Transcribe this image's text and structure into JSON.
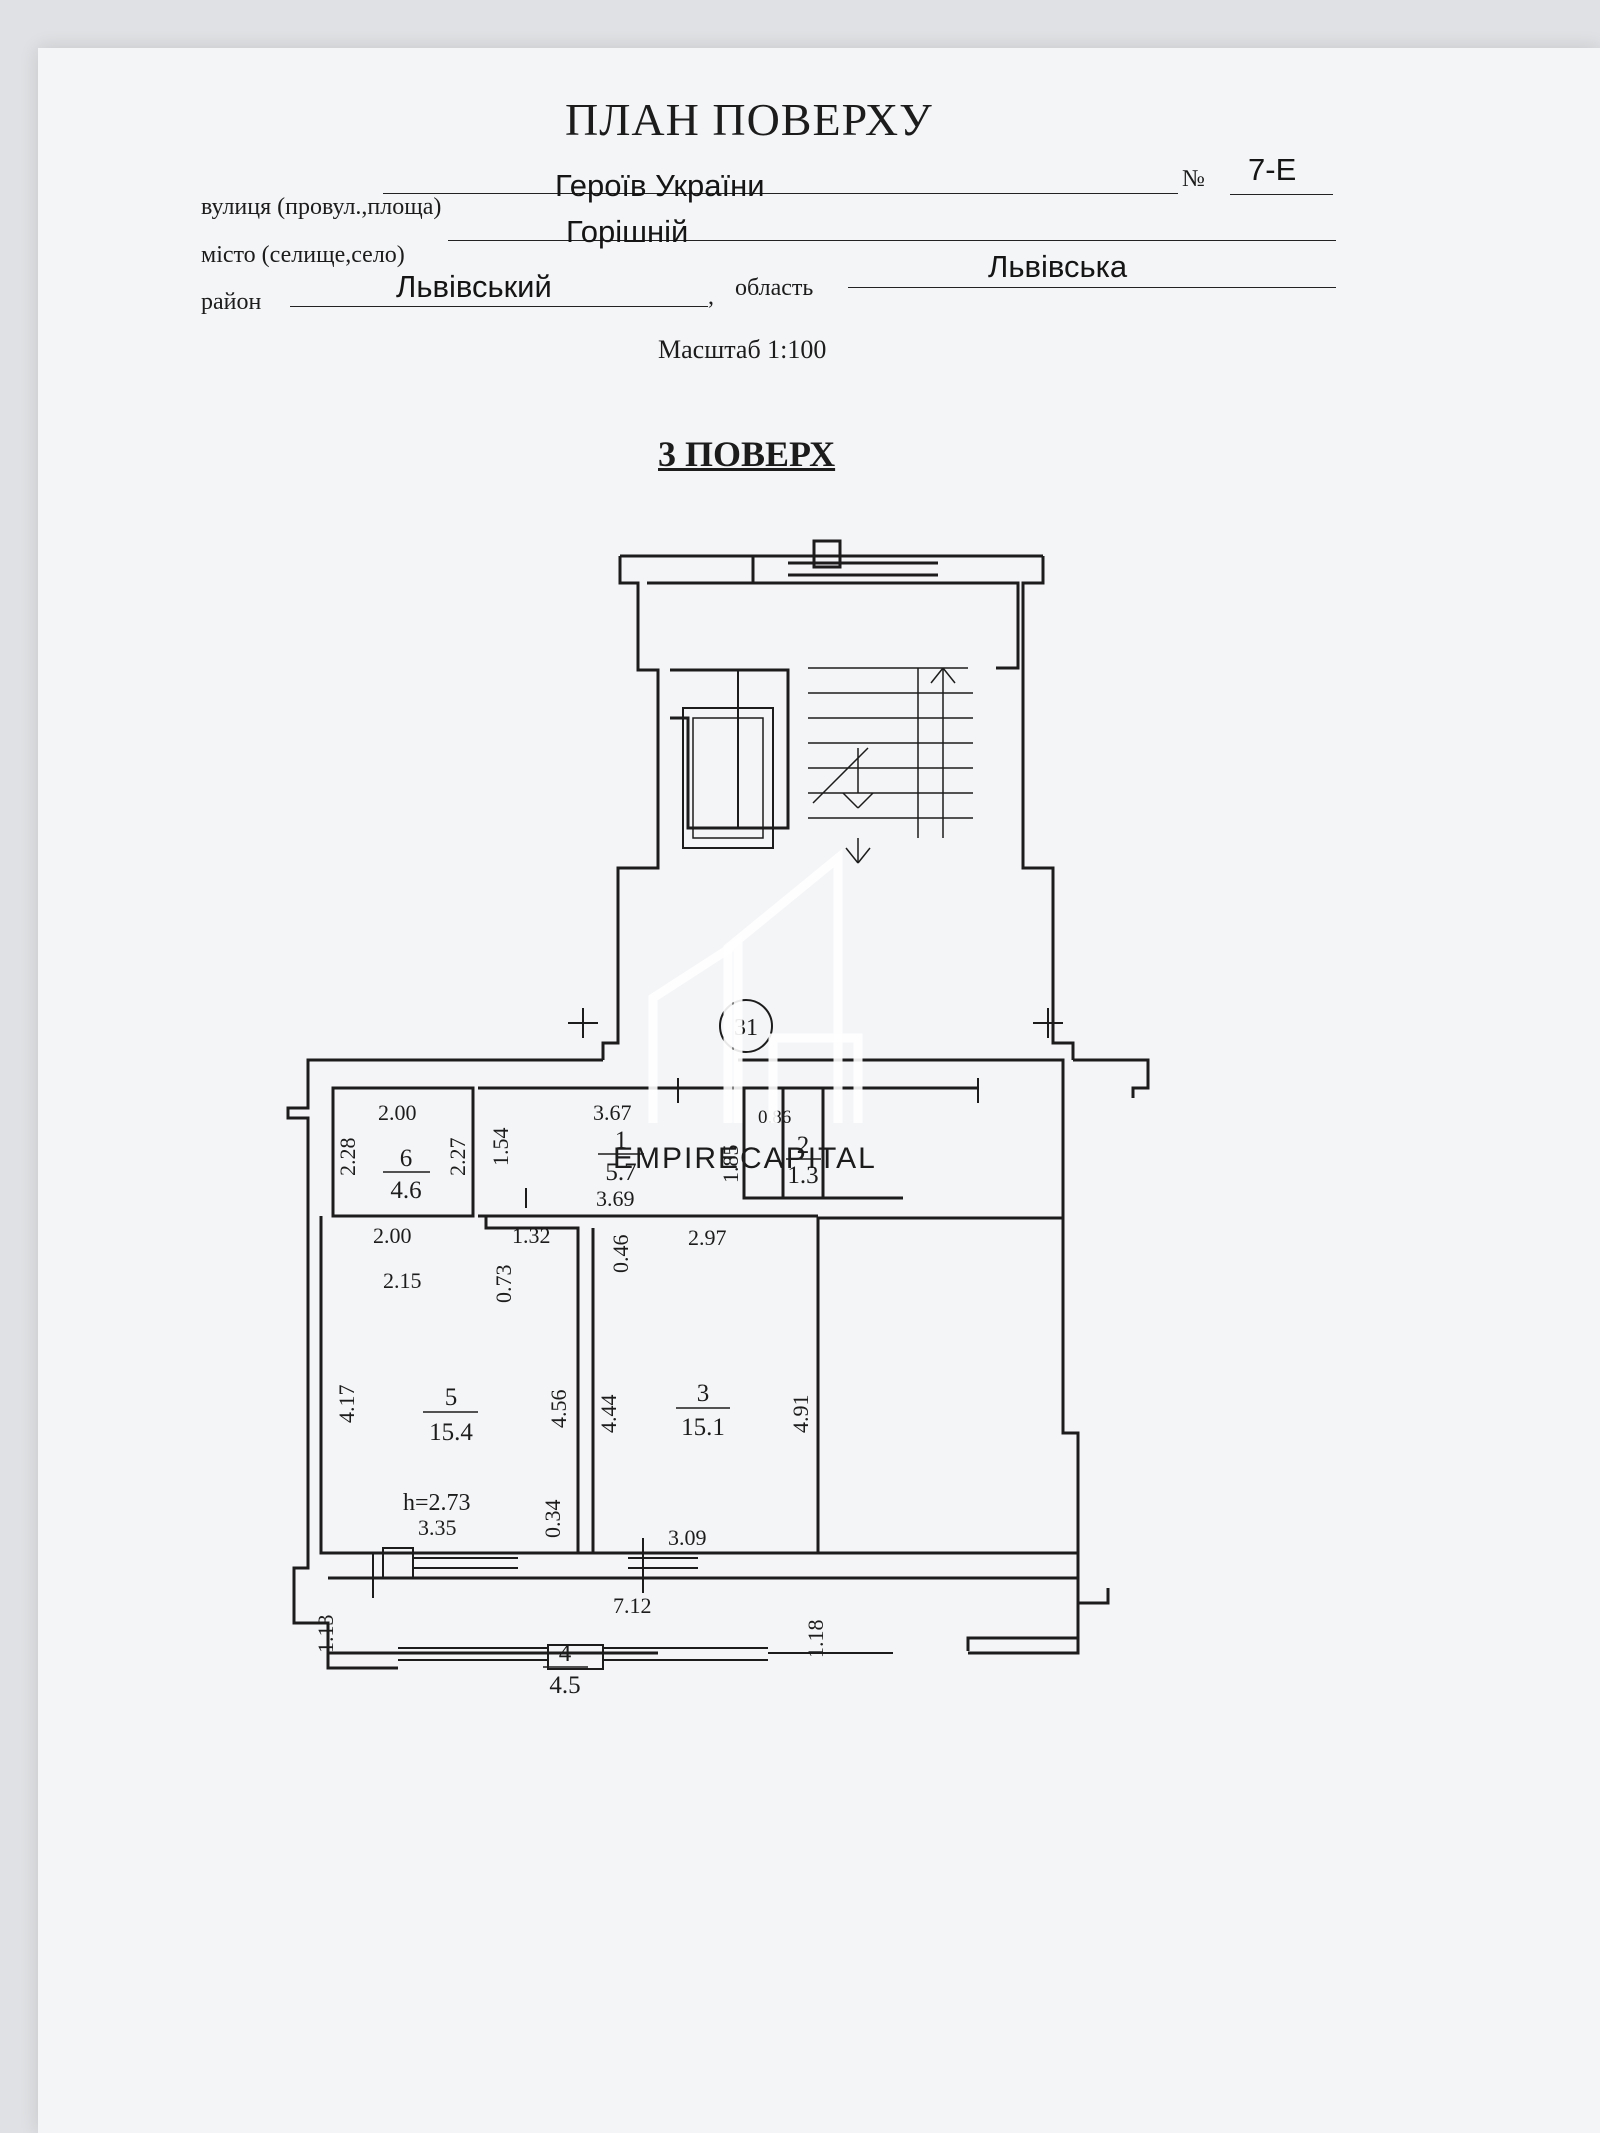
{
  "header": {
    "title": "ПЛАН ПОВЕРХУ",
    "street_label": "вулиця (провул.,площа)",
    "street_value": "Героїв України",
    "number_label": "№",
    "number_value": "7-Е",
    "city_label": "місто (селище,село)",
    "city_value": "Горішній",
    "district_label": "район",
    "district_value": "Львівський",
    "comma": ",",
    "region_label": "область",
    "region_value": "Львівська",
    "scale": "Масштаб 1:100",
    "floor": "3 ПОВЕРХ"
  },
  "plan": {
    "apartment_number": "31",
    "ceiling_height": "h=2.73",
    "rooms": [
      {
        "number": "1",
        "area": "5.7"
      },
      {
        "number": "2",
        "area": "1.3"
      },
      {
        "number": "3",
        "area": "15.1"
      },
      {
        "number": "4",
        "area": "4.5"
      },
      {
        "number": "5",
        "area": "15.4"
      },
      {
        "number": "6",
        "area": "4.6"
      }
    ],
    "dimensions": {
      "d_2_00_top": "2.00",
      "d_2_28": "2.28",
      "d_2_27": "2.27",
      "d_1_54": "1.54",
      "d_2_00_bottom": "2.00",
      "d_3_67": "3.67",
      "d_1_85": "1.85",
      "d_0_86": "0.86",
      "d_3_69": "3.69",
      "d_1_32": "1.32",
      "d_0_46": "0.46",
      "d_2_97": "2.97",
      "d_2_15": "2.15",
      "d_0_73": "0.73",
      "d_4_17": "4.17",
      "d_4_56": "4.56",
      "d_4_44": "4.44",
      "d_4_91": "4.91",
      "d_0_34": "0.34",
      "d_3_35": "3.35",
      "d_3_09": "3.09",
      "d_7_12": "7.12",
      "d_1_13": "1.13",
      "d_1_18": "1.18"
    }
  },
  "watermark": {
    "text": "EMPIRECAPITAL"
  }
}
